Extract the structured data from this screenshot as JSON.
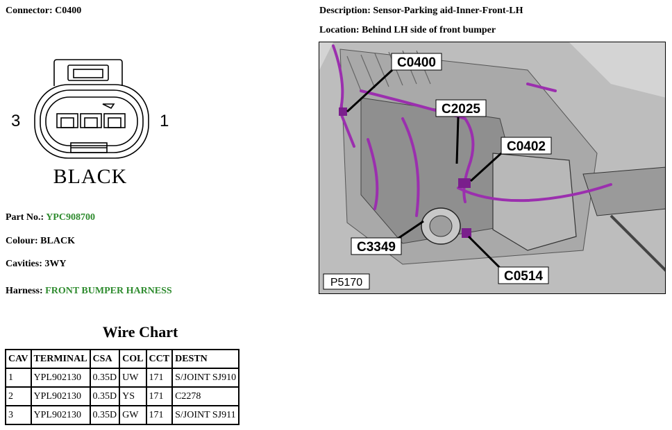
{
  "connector": {
    "label": "Connector:",
    "value": "C0400",
    "pin_left": "3",
    "pin_right": "1",
    "colour_text": "BLACK"
  },
  "description": {
    "label": "Description:",
    "value": "Sensor-Parking aid-Inner-Front-LH"
  },
  "location": {
    "label": "Location:",
    "value": "Behind LH side of front bumper"
  },
  "part_no": {
    "label": "Part No.:",
    "value": "YPC908700"
  },
  "colour": {
    "label": "Colour:",
    "value": "BLACK"
  },
  "cavities": {
    "label": "Cavities:",
    "value": "3WY"
  },
  "harness": {
    "label": "Harness:",
    "value": "FRONT BUMPER HARNESS"
  },
  "photo": {
    "callouts": [
      "C0400",
      "C2025",
      "C0402",
      "C3349",
      "C0514"
    ],
    "ref": "P5170"
  },
  "colors": {
    "green_link": "#2e8b2e",
    "harness": "#9b2fae"
  },
  "wire_chart": {
    "title": "Wire Chart",
    "headers": [
      "CAV",
      "TERMINAL",
      "CSA",
      "COL",
      "CCT",
      "DESTN"
    ],
    "rows": [
      [
        "1",
        "YPL902130",
        "0.35D",
        "UW",
        "171",
        "S/JOINT SJ910"
      ],
      [
        "2",
        "YPL902130",
        "0.35D",
        "YS",
        "171",
        "C2278"
      ],
      [
        "3",
        "YPL902130",
        "0.35D",
        "GW",
        "171",
        "S/JOINT SJ911"
      ]
    ]
  }
}
